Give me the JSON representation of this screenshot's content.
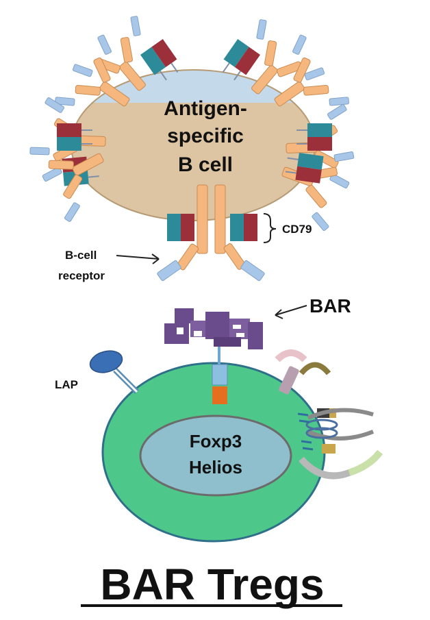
{
  "bcell": {
    "label_line1": "Antigen-",
    "label_line2": "specific",
    "label_line3": "B cell"
  },
  "labels": {
    "cd79": "CD79",
    "bcr_line1": "B-cell",
    "bcr_line2": "receptor",
    "bar": "BAR",
    "lap": "LAP"
  },
  "treg": {
    "nucleus_line1": "Foxp3",
    "nucleus_line2": "Helios"
  },
  "footer": {
    "title": "BAR Tregs"
  },
  "colors": {
    "bcell_top": "#c4d9ea",
    "bcell_body": "#ddc4a2",
    "receptor_orange": "#f6b77e",
    "receptor_blue": "#a8c6e8",
    "cd79_teal": "#2d8a99",
    "cd79_red": "#9b2f3a",
    "treg_green": "#4ec88a",
    "nucleus_blue": "#8fbfcc",
    "bar_purple": "#6a4c8c",
    "lap_blue": "#3b6fb5"
  }
}
